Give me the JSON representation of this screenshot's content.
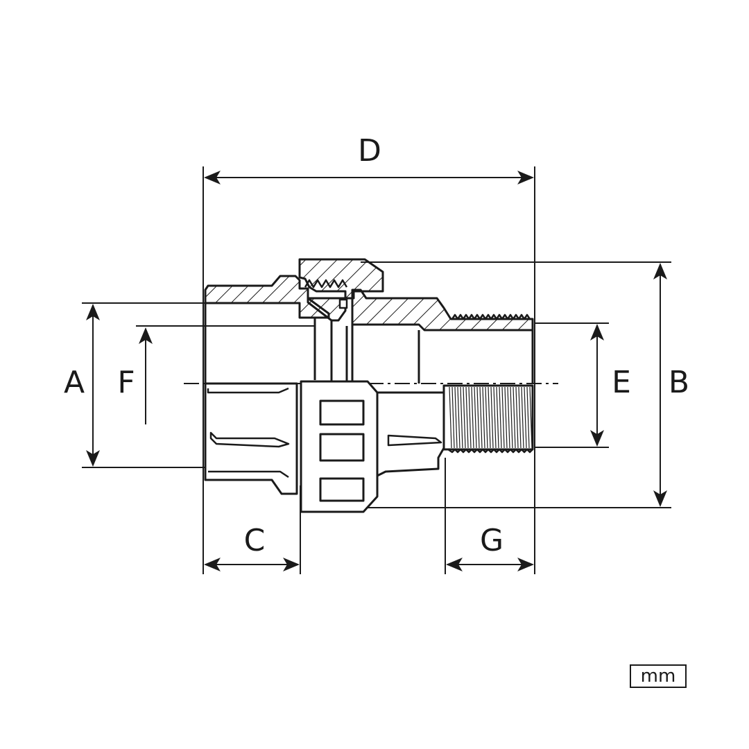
{
  "dimensions": {
    "A": "A",
    "B": "B",
    "C": "C",
    "D": "D",
    "E": "E",
    "F": "F",
    "G": "G"
  },
  "unit": "mm",
  "colors": {
    "ink": "#1a1a1a",
    "background": "#ffffff"
  }
}
